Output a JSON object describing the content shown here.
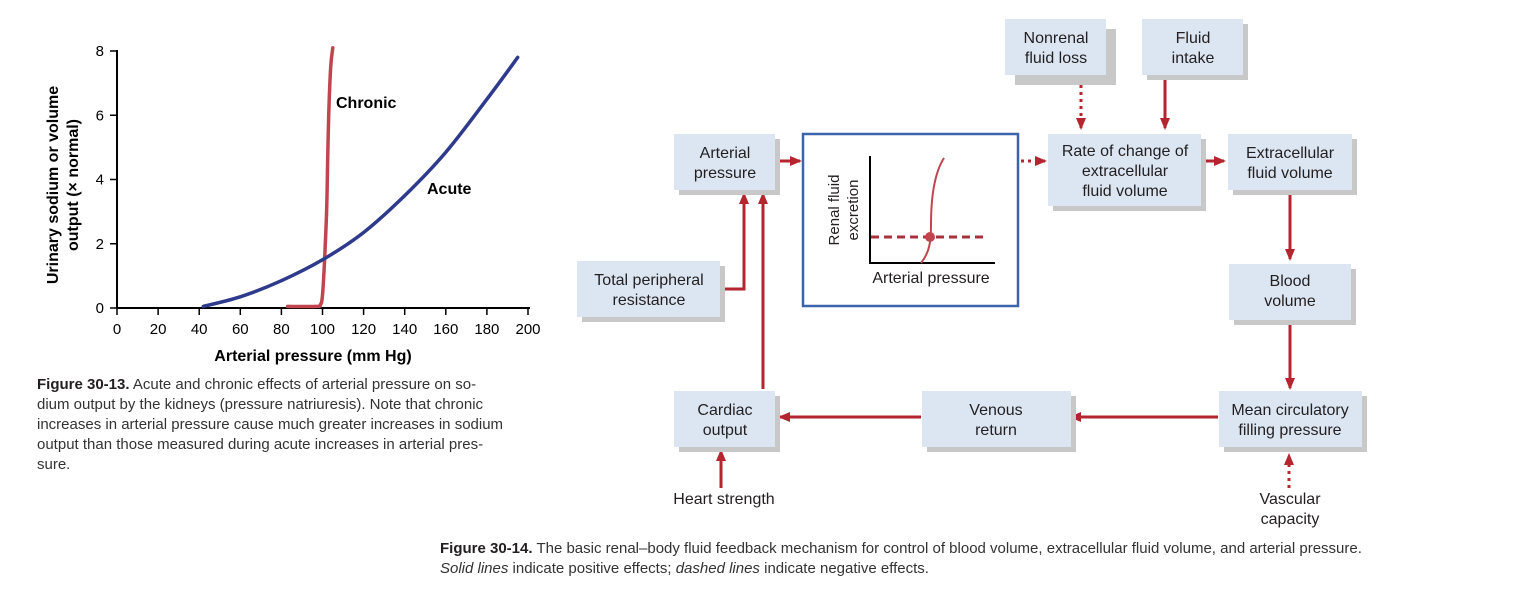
{
  "fig13": {
    "chart_data": {
      "type": "line",
      "xlabel": "Arterial pressure (mm Hg)",
      "ylabel_line1": "Urinary sodium or volume",
      "ylabel_line2": "output (× normal)",
      "xlim": [
        0,
        200
      ],
      "ylim": [
        0,
        8
      ],
      "xticks": [
        "0",
        "20",
        "40",
        "60",
        "80",
        "100",
        "120",
        "140",
        "160",
        "180",
        "200"
      ],
      "yticks": [
        "0",
        "2",
        "4",
        "6",
        "8"
      ],
      "series": [
        {
          "name": "Chronic",
          "color": "#c1454f",
          "x": [
            83,
            97,
            99,
            100,
            101,
            102,
            102.5,
            103,
            104,
            105
          ],
          "y": [
            0.05,
            0.05,
            0.1,
            0.4,
            1.5,
            3.0,
            4.5,
            6.0,
            7.5,
            8.1
          ]
        },
        {
          "name": "Acute",
          "color": "#2e3a8c",
          "x": [
            42,
            60,
            80,
            100,
            120,
            140,
            160,
            180,
            195
          ],
          "y": [
            0.05,
            0.35,
            0.85,
            1.5,
            2.35,
            3.5,
            4.85,
            6.5,
            7.8
          ]
        }
      ]
    },
    "caption_label": "Figure 30-13.",
    "caption_lines": [
      "Acute and chronic effects of arterial pressure on so-",
      "dium output by the kidneys (pressure natriuresis). Note that chronic",
      "increases in arterial pressure cause much greater increases in sodium",
      "output than those measured during acute increases in arterial pres-",
      "sure."
    ]
  },
  "fig14": {
    "boxes": {
      "nonrenal": [
        "Nonrenal",
        "fluid loss"
      ],
      "intake": [
        "Fluid",
        "intake"
      ],
      "arterial": [
        "Arterial",
        "pressure"
      ],
      "rate": [
        "Rate of change of",
        "extracellular",
        "fluid volume"
      ],
      "ecf": [
        "Extracellular",
        "fluid volume"
      ],
      "tpr": [
        "Total peripheral",
        "resistance"
      ],
      "blood": [
        "Blood",
        "volume"
      ],
      "cardiac": [
        "Cardiac",
        "output"
      ],
      "venous": [
        "Venous",
        "return"
      ],
      "mcfp": [
        "Mean circulatory",
        "filling pressure"
      ]
    },
    "free_labels": {
      "heart": "Heart strength",
      "vascular": [
        "Vascular",
        "capacity"
      ]
    },
    "inset": {
      "ylabel": [
        "Renal fluid",
        "excretion"
      ],
      "xlabel": "Arterial pressure"
    },
    "colors": {
      "arrow": "#b5252f",
      "box_fill": "#dce6f2",
      "box_shadow": "#c8c8c8",
      "inset_border": "#3b64ad"
    },
    "caption_label": "Figure 30-14.",
    "caption_line1": "The basic renal–body fluid feedback mechanism for control of blood volume, extracellular fluid volume, and arterial pressure.",
    "caption_solid": "Solid lines",
    "caption_mid": " indicate positive effects; ",
    "caption_dashed": "dashed lines",
    "caption_end": " indicate negative effects."
  }
}
